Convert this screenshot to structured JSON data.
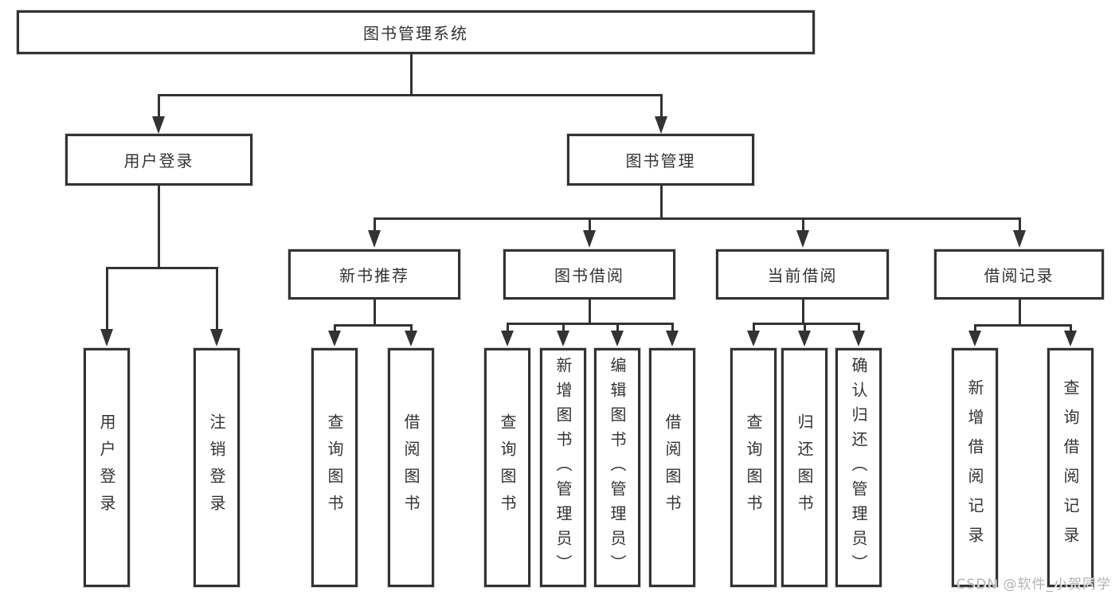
{
  "tree": {
    "root": "图书管理系统",
    "level1": [
      {
        "label": "用户登录",
        "children": [
          "用户登录",
          "注销登录"
        ]
      },
      {
        "label": "图书管理",
        "children": [
          {
            "label": "新书推荐",
            "children": [
              "查询图书",
              "借阅图书"
            ]
          },
          {
            "label": "图书借阅",
            "children": [
              "查询图书",
              "新增图书（管理员）",
              "编辑图书（管理员）",
              "借阅图书"
            ]
          },
          {
            "label": "当前借阅",
            "children": [
              "查询图书",
              "归还图书",
              "确认归还（管理员）"
            ]
          },
          {
            "label": "借阅记录",
            "children": [
              "新增借阅记录",
              "查询借阅记录"
            ]
          }
        ]
      }
    ]
  },
  "colors": {
    "line": "#333333",
    "box_bg": "#ffffff",
    "watermark": "#b3b3b3"
  },
  "watermark": "CSDN @软件_小贺同学"
}
